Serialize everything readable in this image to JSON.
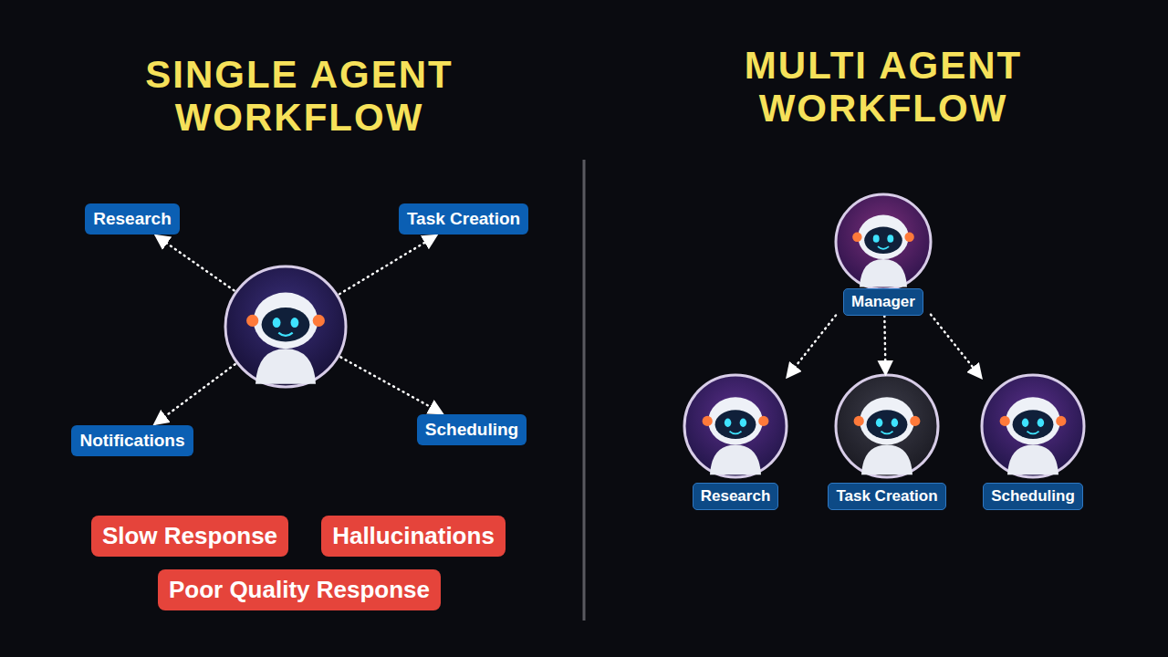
{
  "diagram": {
    "title": "SINGLE AGENT WORKFLOW",
    "nodes": [
      {
        "text": [
          "Research"
        ]
      },
      {
        "text": [
          "Task Creation"
        ]
      },
      {
        "text": [
          "Notifications"
        ]
      },
      {
        "text": [
          "Scheduling"
        ]
      },
      {
        "text": [
          "Slow Response"
        ]
      },
      {
        "text": [
          "Hallucinations"
        ]
      },
      {
        "text": [
          "Poor Quality Response"
        ]
      },
      {
        "text": [
          "Manager"
        ]
      },
      {
        "text": [
          "Research"
        ]
      },
      {
        "text": [
          "Task Creation"
        ]
      },
      {
        "text": [
          "Scheduling"
        ]
      }
    ],
    "edges": [
      {
        "from": 7,
        "to": 8,
        "arrow": "to"
      },
      {
        "from": 7,
        "to": 9,
        "arrow": "to"
      },
      {
        "from": 7,
        "to": 10,
        "arrow": "to"
      }
    ],
    "labels": [
      "MULTI AGENT WORKFLOW"
    ]
  }
}
